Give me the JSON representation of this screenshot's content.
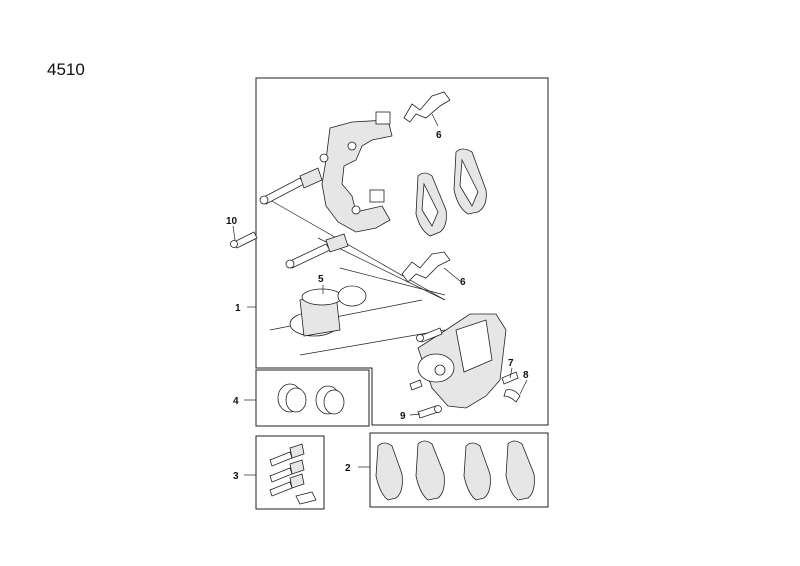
{
  "page_number": "4510",
  "callouts": {
    "c1": "1",
    "c2": "2",
    "c3": "3",
    "c4": "4",
    "c5": "5",
    "c6a": "6",
    "c6b": "6",
    "c7": "7",
    "c8": "8",
    "c9": "9",
    "c10": "10"
  }
}
